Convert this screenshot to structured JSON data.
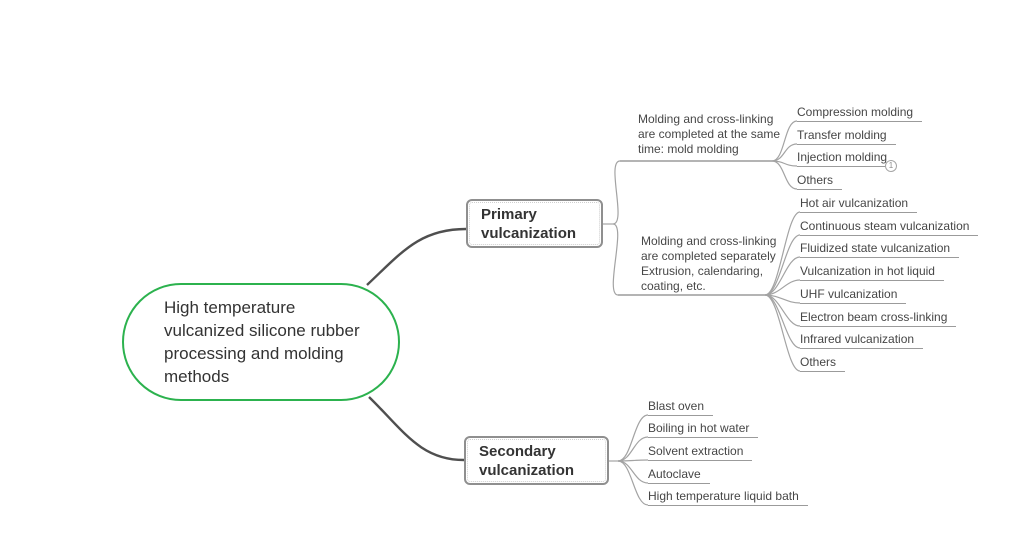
{
  "root": {
    "label": "High temperature vulcanized silicone rubber processing and molding methods"
  },
  "branches": [
    {
      "label": "Primary vulcanization",
      "groups": [
        {
          "label": "Molding and cross-linking are completed at the same time: mold molding",
          "leaves": [
            {
              "label": "Compression molding"
            },
            {
              "label": "Transfer molding"
            },
            {
              "label": "Injection molding",
              "badge": "1"
            },
            {
              "label": "Others"
            }
          ]
        },
        {
          "label": "Molding and cross-linking are completed separately Extrusion, calendaring, coating, etc.",
          "leaves": [
            {
              "label": "Hot air vulcanization"
            },
            {
              "label": "Continuous steam vulcanization"
            },
            {
              "label": "Fluidized state vulcanization"
            },
            {
              "label": "Vulcanization in hot liquid"
            },
            {
              "label": "UHF vulcanization"
            },
            {
              "label": "Electron beam cross-linking"
            },
            {
              "label": "Infrared vulcanization"
            },
            {
              "label": "Others"
            }
          ]
        }
      ]
    },
    {
      "label": "Secondary vulcanization",
      "leaves": [
        {
          "label": "Blast oven"
        },
        {
          "label": "Boiling in hot water"
        },
        {
          "label": "Solvent extraction"
        },
        {
          "label": "Autoclave"
        },
        {
          "label": "High temperature liquid bath"
        }
      ]
    }
  ],
  "colors": {
    "root_border": "#2cb24e",
    "branch_border": "#8f8f8f",
    "connector_dark": "#4f4f4f",
    "connector_light": "#a3a3a3",
    "underline": "#9b9b9b",
    "text": "#3c3c3c"
  }
}
